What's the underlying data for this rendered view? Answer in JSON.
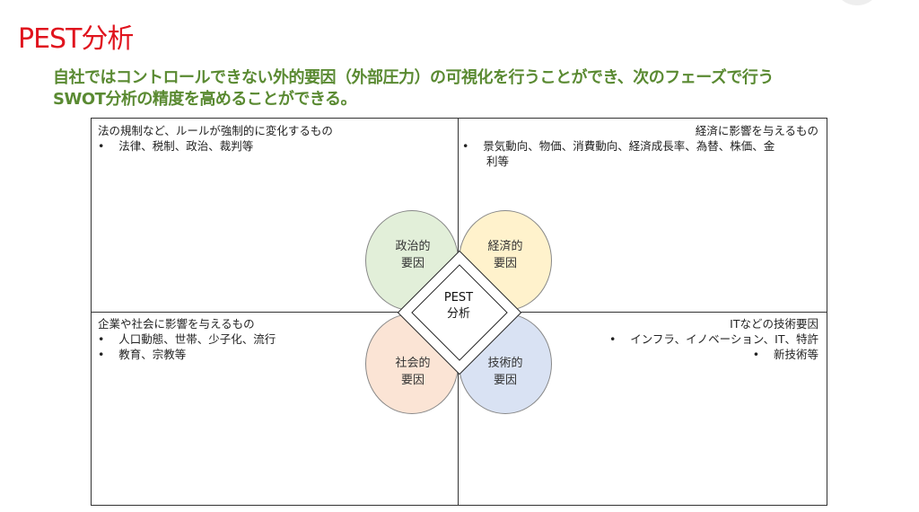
{
  "title": "PEST分析",
  "subtitle_lines": [
    "自社ではコントロールできない外的要因（外部圧力）の可視化を行うことができ、次のフェーズで行う",
    "SWOT分析の精度を高めることができる。"
  ],
  "quadrants": {
    "political": {
      "heading": "法の規制など、ルールが強制的に変化するもの",
      "items": [
        "法律、税制、政治、裁判等"
      ]
    },
    "economic": {
      "heading": "経済に影響を与えるもの",
      "items": [
        "景気動向、物価、消費動向、経済成長率、為替、株価、金",
        "利等"
      ]
    },
    "social": {
      "heading": "企業や社会に影響を与えるもの",
      "items": [
        "人口動態、世帯、少子化、流行",
        "教育、宗教等"
      ]
    },
    "technological": {
      "heading": "ITなどの技術要因",
      "items": [
        "インフラ、イノベーション、IT、特許",
        "新技術等"
      ]
    }
  },
  "factors": {
    "political": {
      "line1": "政治的",
      "line2": "要因",
      "color": "#e2efd9"
    },
    "economic": {
      "line1": "経済的",
      "line2": "要因",
      "color": "#fff2cc"
    },
    "social": {
      "line1": "社会的",
      "line2": "要因",
      "color": "#fbe4d5"
    },
    "technological": {
      "line1": "技術的",
      "line2": "要因",
      "color": "#d9e2f3"
    }
  },
  "center": {
    "line1": "PEST",
    "line2": "分析"
  },
  "bullet": "•"
}
